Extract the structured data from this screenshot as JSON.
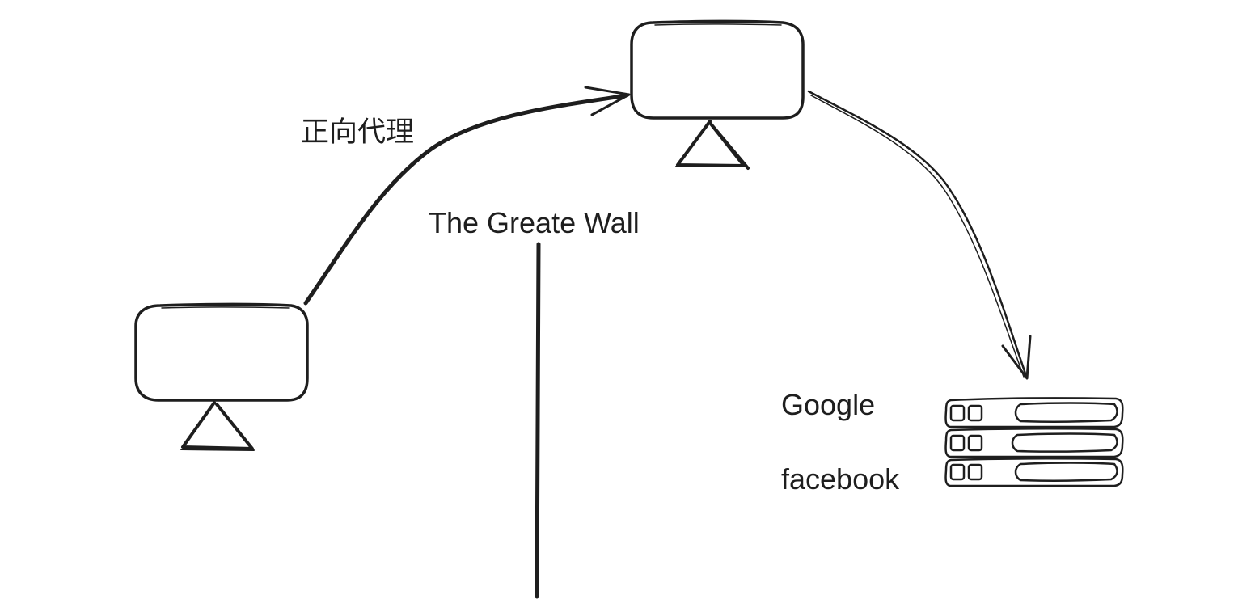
{
  "labels": {
    "forward_proxy": "正向代理",
    "great_wall": "The Greate Wall",
    "google": "Google",
    "facebook": "facebook"
  },
  "colors": {
    "ink": "#1e1e1e",
    "background": "#ffffff"
  },
  "icons": {
    "client": "monitor-icon",
    "proxy": "monitor-icon",
    "servers": "server-stack-icon"
  }
}
